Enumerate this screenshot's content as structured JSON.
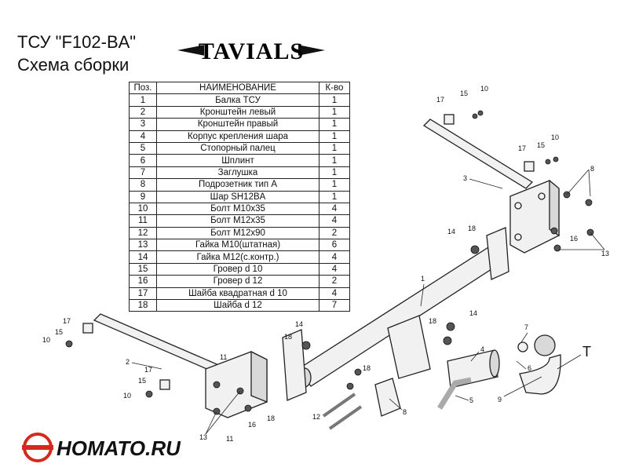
{
  "header": {
    "title": "ТСУ  \"F102-BA\"",
    "subtitle": "Схема сборки",
    "brand_logo": "TAVIALS"
  },
  "parts_table": {
    "columns": [
      "Поз.",
      "НАИМЕНОВАНИЕ",
      "К-во"
    ],
    "rows": [
      [
        "1",
        "Балка ТСУ",
        "1"
      ],
      [
        "2",
        "Кронштейн левый",
        "1"
      ],
      [
        "3",
        "Кронштейн правый",
        "1"
      ],
      [
        "4",
        "Корпус крепления шара",
        "1"
      ],
      [
        "5",
        "Стопорный палец",
        "1"
      ],
      [
        "6",
        "Шплинт",
        "1"
      ],
      [
        "7",
        "Заглушка",
        "1"
      ],
      [
        "8",
        "Подрозетник тип А",
        "1"
      ],
      [
        "9",
        "Шар SH12BA",
        "1"
      ],
      [
        "10",
        "Болт М10х35",
        "4"
      ],
      [
        "11",
        "Болт М12х35",
        "4"
      ],
      [
        "12",
        "Болт М12х90",
        "2"
      ],
      [
        "13",
        "Гайка М10(штатная)",
        "6"
      ],
      [
        "14",
        "Гайка М12(с.контр.)",
        "4"
      ],
      [
        "15",
        "Гровер d 10",
        "4"
      ],
      [
        "16",
        "Гровер d 12",
        "2"
      ],
      [
        "17",
        "Шайба квадратная d 10",
        "4"
      ],
      [
        "18",
        "Шайба d 12",
        "7"
      ]
    ]
  },
  "callouts": {
    "c1": "1",
    "c2": "2",
    "c3": "3",
    "c4": "4",
    "c5": "5",
    "c6": "6",
    "c7": "7",
    "c8a": "8",
    "c8b": "8",
    "c9": "9",
    "c10a": "10",
    "c10b": "10",
    "c10c": "10",
    "c10d": "10",
    "c11a": "11",
    "c11b": "11",
    "c12": "12",
    "c13a": "13",
    "c13b": "13",
    "c14a": "14",
    "c14b": "14",
    "c14c": "14",
    "c15a": "15",
    "c15b": "15",
    "c15c": "15",
    "c15d": "15",
    "c16a": "16",
    "c16b": "16",
    "c17a": "17",
    "c17b": "17",
    "c17c": "17",
    "c17d": "17",
    "c18a": "18",
    "c18b": "18",
    "c18c": "18",
    "c18d": "18",
    "c18e": "18",
    "cT": "T"
  },
  "watermark": {
    "text": "HOMATO.RU"
  },
  "colors": {
    "line": "#222222",
    "fill": "#f1f1f1",
    "watermark_red": "#d42a1e"
  }
}
